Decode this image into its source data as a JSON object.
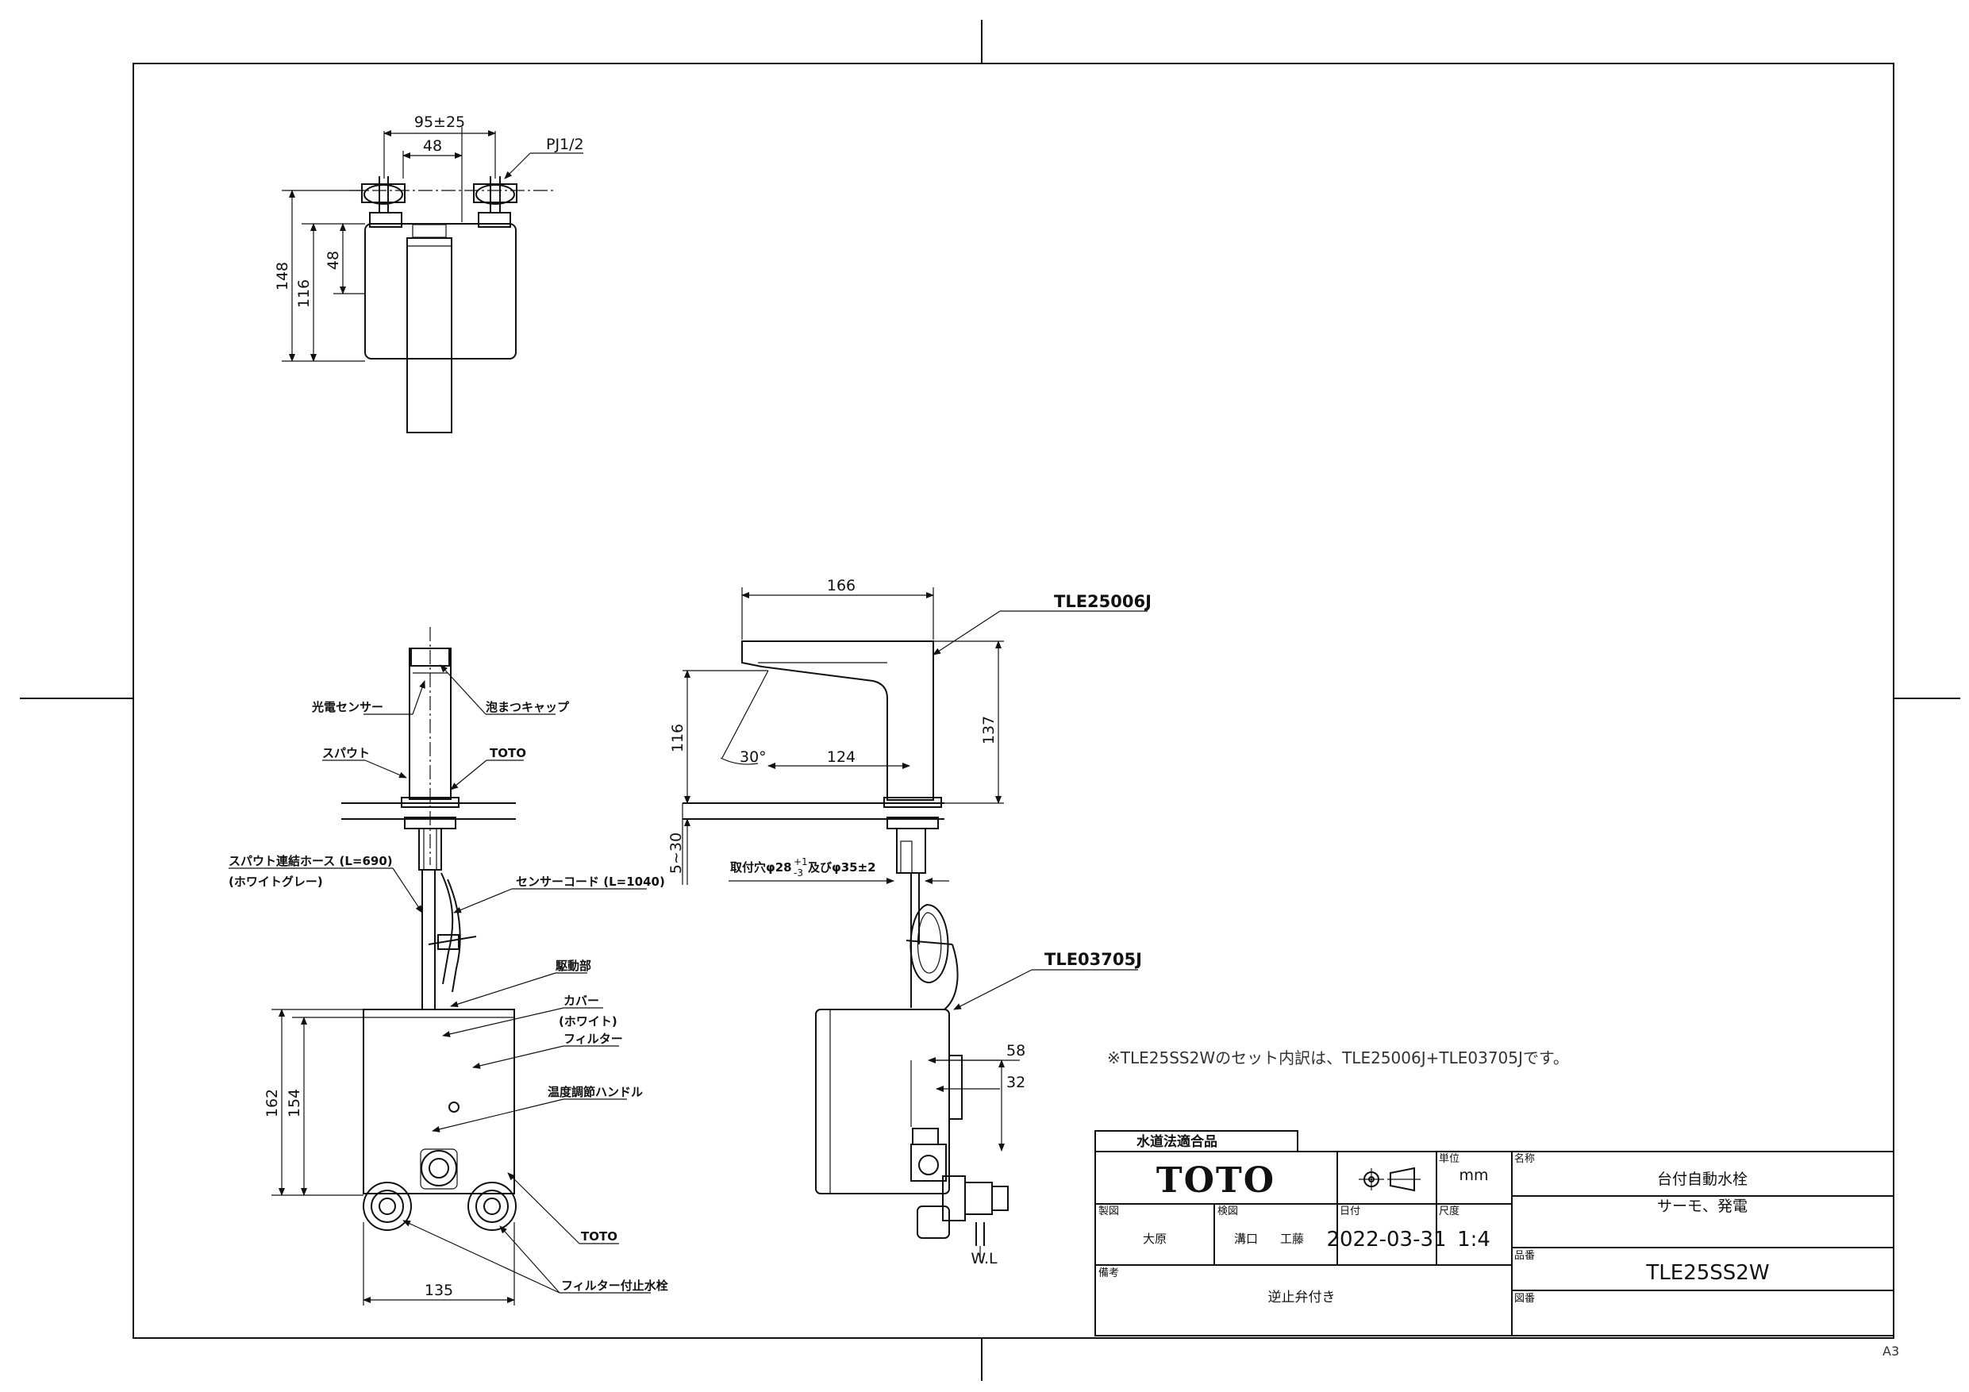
{
  "top_view": {
    "dim_width": "95±25",
    "dim_spacing": "48",
    "thread": "PJ1/2",
    "dim_total_height": "148",
    "dim_body_height": "116",
    "dim_upper": "48"
  },
  "front_view": {
    "sensor": "光電センサー",
    "cap": "泡まつキャップ",
    "spout": "スパウト",
    "brand_mark": "TOTO",
    "hose": "スパウト連結ホース (L=690)",
    "hose_color": "(ホワイトグレー)",
    "sensor_cord": "センサーコード (L=1040)",
    "drive_unit": "駆動部",
    "cover": "カバー",
    "cover_color": "(ホワイト)",
    "filter": "フィルター",
    "temp_handle": "温度調節ハンドル",
    "brand_mark_2": "TOTO",
    "stop_valve": "フィルター付止水栓",
    "dim_162": "162",
    "dim_154": "154",
    "dim_135": "135"
  },
  "side_view": {
    "dim_166": "166",
    "model_faucet": "TLE25006J",
    "dim_137": "137",
    "dim_116": "116",
    "angle": "30°",
    "dim_124": "124",
    "dim_530": "5~30",
    "mount_hole_prefix": "取付穴φ28",
    "mount_tol_upper": "+1",
    "mount_tol_lower": "-3",
    "mount_hole_suffix": "及びφ35±2",
    "model_unit": "TLE03705J",
    "dim_58": "58",
    "dim_32": "32",
    "wl": "W.L"
  },
  "note": "※TLE25SS2Wのセット内訳は、TLE25006J+TLE03705Jです。",
  "title_block": {
    "compliance": "水道法適合品",
    "brand": "TOTO",
    "unit_label": "単位",
    "unit_value": "mm",
    "name_label": "名称",
    "name_value": "台付自動水栓",
    "name_sub": "サーモ、発電",
    "drawn_label": "製図",
    "drawn_value": "大原",
    "checked_label": "検図",
    "checked_value1": "溝口",
    "checked_value2": "工藤",
    "date_label": "日付",
    "date_value": "2022-03-31",
    "scale_label": "尺度",
    "scale_value": "1:4",
    "part_label": "品番",
    "part_value": "TLE25SS2W",
    "remarks_label": "備考",
    "remarks_value": "逆止弁付き",
    "drawing_no_label": "図番"
  },
  "sheet_size": "A3"
}
